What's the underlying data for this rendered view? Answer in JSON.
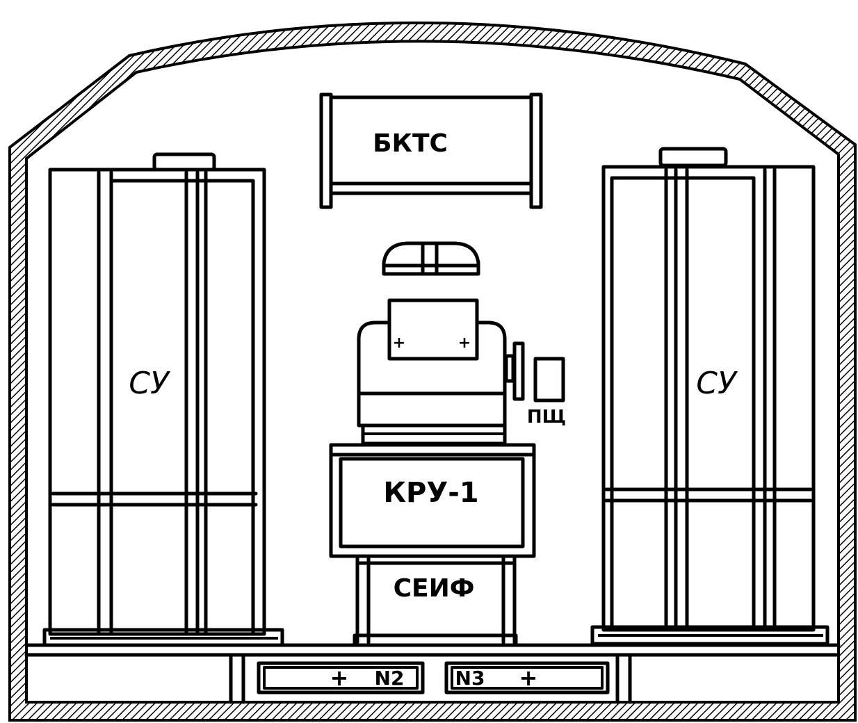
{
  "labels": {
    "bkts": "БКТС",
    "su_left": "СУ",
    "su_right": "СУ",
    "kru": "КРУ-1",
    "seif": "СЕИФ",
    "pshch": "ПЩ",
    "n2": "N2",
    "n3": "N3",
    "plus1": "+",
    "plus2": "+",
    "plus3": "+",
    "plus4": "+"
  },
  "colors": {
    "ink": "#000000",
    "paper": "#ffffff"
  }
}
